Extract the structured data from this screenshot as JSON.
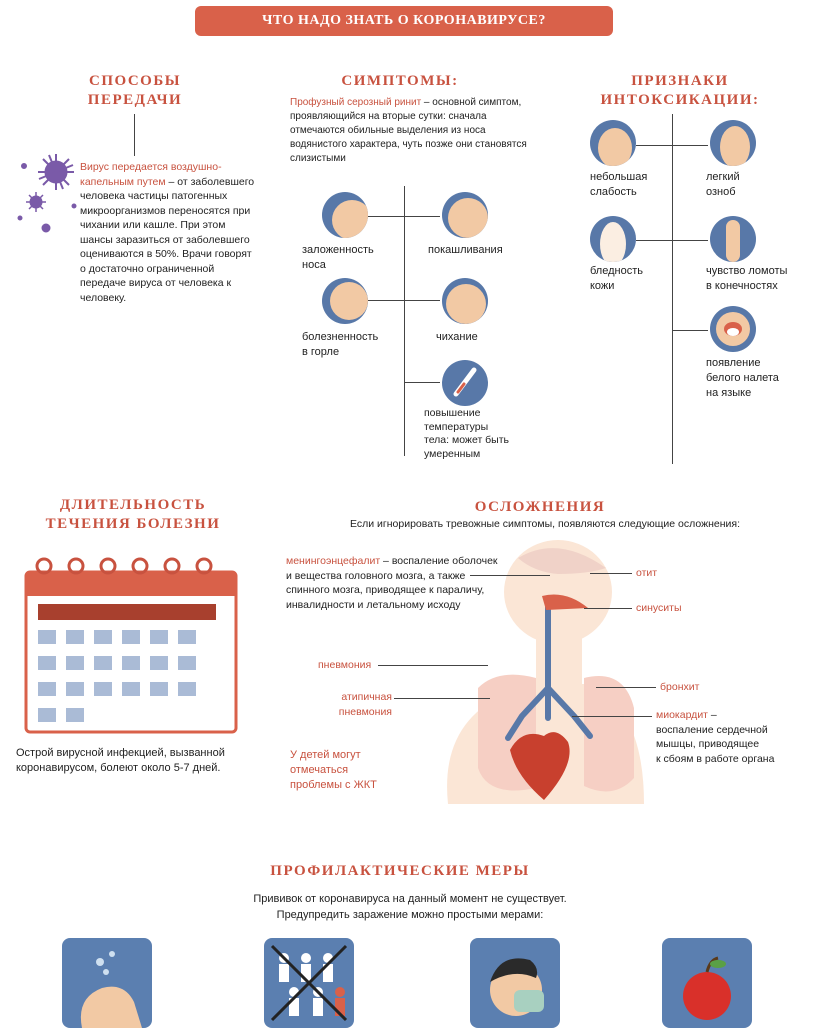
{
  "banner_title": "ЧТО НАДО ЗНАТЬ О КОРОНАВИРУСЕ?",
  "transmission": {
    "title": "СПОСОБЫ\nПЕРЕДАЧИ",
    "highlight": "Вирус передается воздушно-капельным путем",
    "text": " – от заболевшего человека частицы патогенных микроорганизмов переносятся при чихании или кашле. При этом шансы заразиться от заболевшего оцениваются в 50%. Врачи говорят о достаточно ограниченной передаче вируса от человека к человеку."
  },
  "symptoms": {
    "title": "СИМПТОМЫ:",
    "intro_highlight": "Профузный серозный ринит",
    "intro_text": " – основной симптом, проявляющийся на вторые сутки: сначала отмечаются обильные выделения из носа водянистого характера, чуть позже они становятся слизистыми",
    "items": [
      "заложенность\nноса",
      "покашливания",
      "болезненность\nв горле",
      "чихание",
      "повышение\nтемпературы\nтела: может быть\nумеренным"
    ]
  },
  "intoxication": {
    "title": "ПРИЗНАКИ\nИНТОКСИКАЦИИ:",
    "items": [
      "небольшая\nслабость",
      "легкий\nозноб",
      "бледность\nкожи",
      "чувство ломоты\nв конечностях",
      "появление\nбелого налета\nна языке"
    ]
  },
  "duration": {
    "title": "ДЛИТЕЛЬНОСТЬ\nТЕЧЕНИЯ БОЛЕЗНИ",
    "text": "Острой вирусной инфекцией, вызванной коронавирусом, болеют около 5-7 дней."
  },
  "complications": {
    "title": "ОСЛОЖНЕНИЯ",
    "intro": "Если игнорировать тревожные симптомы, появляются следующие осложнения:",
    "mening_highlight": "менингоэнцефалит",
    "mening_text": " – воспаление оболочек и вещества головного мозга, а также спинного мозга, приводящее к параличу, инвалидности и летальному исходу",
    "otit": "отит",
    "sinus": "синуситы",
    "pneumonia": "пневмония",
    "atypical": "атипичная\nпневмония",
    "bronchitis": "бронхит",
    "myocard_highlight": "миокардит",
    "myocard_text": " –\nвоспаление сердечной\nмышцы, приводящее\nк сбоям в работе органа",
    "children": "У детей могут\nотмечаться\nпроблемы с ЖКТ"
  },
  "prevention": {
    "title": "ПРОФИЛАКТИЧЕСКИЕ МЕРЫ",
    "text1": "Прививок от коронавируса на данный момент не существует.",
    "text2": "Предупредить заражение можно простыми мерами:"
  },
  "colors": {
    "accent": "#c8523f",
    "banner": "#d9614a",
    "blue": "#5878a8",
    "skin": "#f2c9a4"
  }
}
